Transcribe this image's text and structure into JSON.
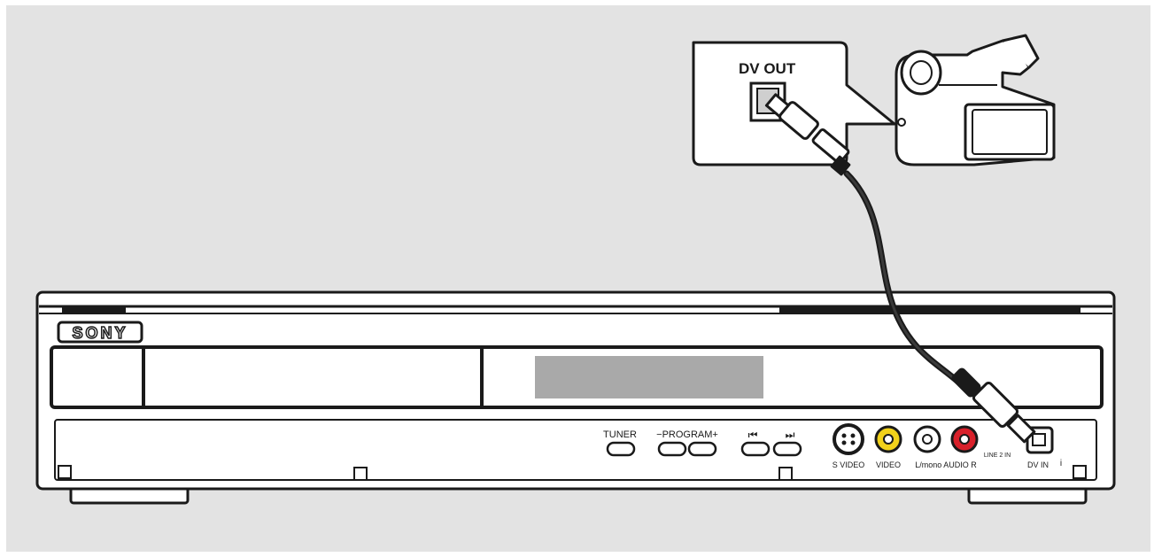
{
  "camcorder_callout": {
    "port_label": "DV OUT"
  },
  "recorder": {
    "brand": "SONY",
    "controls": {
      "tuner_label": "TUNER",
      "program_label": "−PROGRAM+",
      "skip_prev_label": "⏮",
      "skip_next_label": "⏭"
    },
    "jacks": {
      "s_video_label": "S VIDEO",
      "video_label": "VIDEO",
      "audio_label": "L/mono AUDIO R",
      "line_label": "LINE 2 IN",
      "dv_in_label": "DV IN"
    }
  },
  "colors": {
    "background": "#e3e3e3",
    "outline": "#1a1a1a",
    "video_jack": "#f2d21b",
    "audio_r_jack": "#d8202a",
    "display_window": "#a9a9a9"
  }
}
